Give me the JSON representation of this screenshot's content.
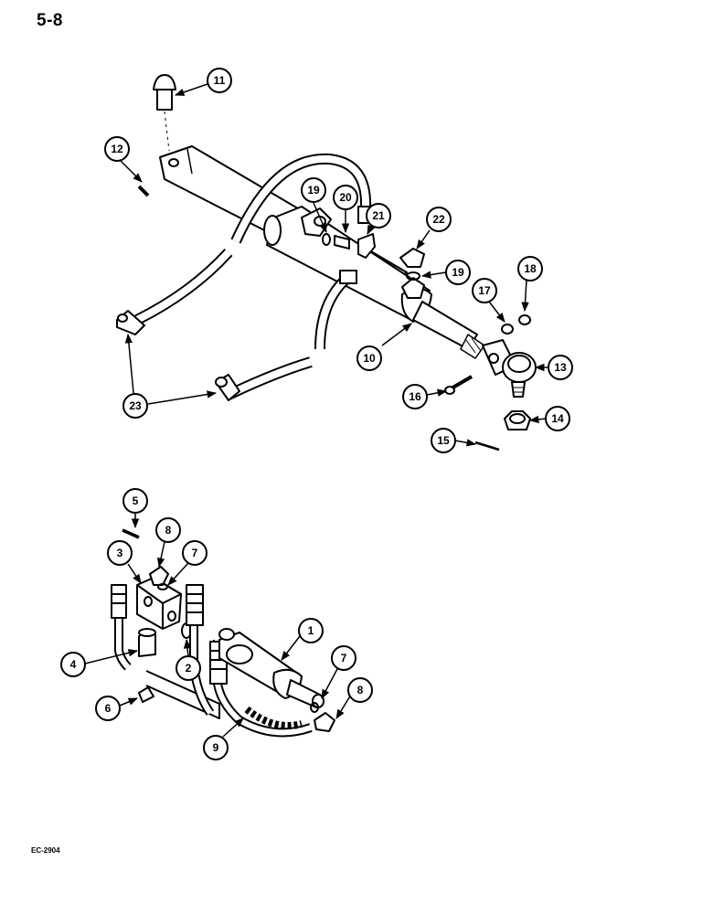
{
  "page_number": "5-8",
  "figure_code": "EC-2904",
  "upper_assembly": {
    "callouts": [
      "11",
      "12",
      "19",
      "20",
      "21",
      "22",
      "19",
      "18",
      "17",
      "13",
      "10",
      "16",
      "14",
      "15",
      "23"
    ]
  },
  "lower_assembly": {
    "callouts": [
      "5",
      "8",
      "3",
      "7",
      "1",
      "4",
      "2",
      "7",
      "8",
      "6",
      "9"
    ]
  }
}
